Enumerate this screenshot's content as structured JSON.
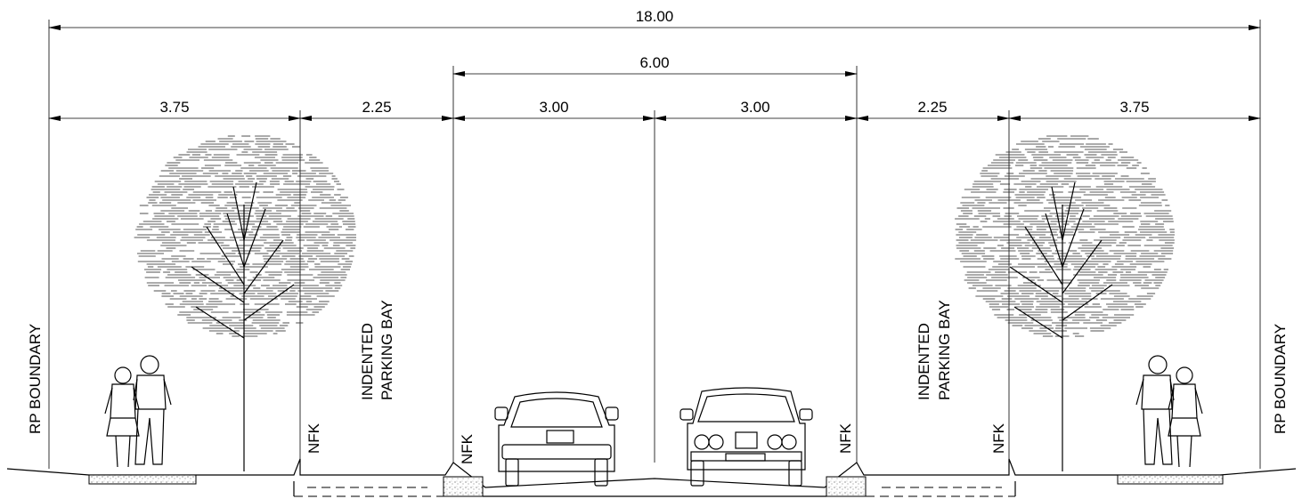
{
  "dimensions": {
    "overall": "18.00",
    "carriageway": "6.00",
    "segments": [
      "3.75",
      "2.25",
      "3.00",
      "3.00",
      "2.25",
      "3.75"
    ]
  },
  "labels": {
    "rp_boundary": "RP BOUNDARY",
    "nfk": "NFK",
    "parking_line1": "INDENTED",
    "parking_line2": "PARKING BAY"
  },
  "icons": {
    "tree": "tree-icon",
    "pedestrians": "pedestrians-icon",
    "car_rear": "car-rear-icon",
    "car_front": "car-front-icon"
  }
}
